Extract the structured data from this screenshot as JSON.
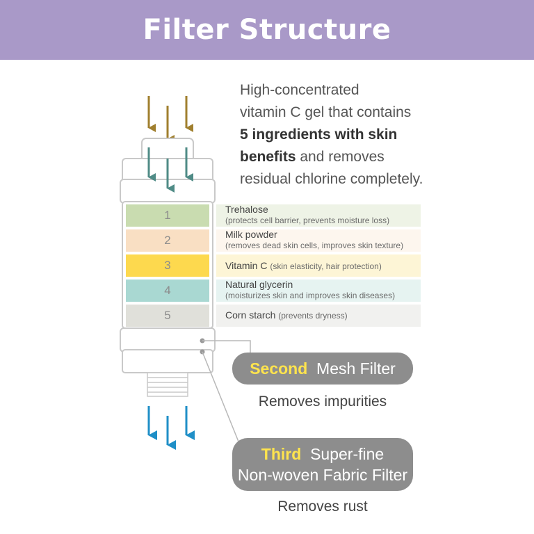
{
  "title": "Filter Structure",
  "description": {
    "line1": "High-concentrated",
    "line2": "vitamin C gel that contains",
    "line3_bold": "5 ingredients with skin",
    "line4_bold": "benefits",
    "line4_rest": " and removes",
    "line5": "residual chlorine completely."
  },
  "layers": [
    {
      "number": "1",
      "name": "Trehalose",
      "note": "(protects cell barrier, prevents moisture loss)",
      "color": "#c9dcb0",
      "bg": "#eef3e6"
    },
    {
      "number": "2",
      "name": "Milk powder",
      "note": "(removes dead skin cells, improves skin texture)",
      "color": "#f9dfc3",
      "bg": "#fdf6ee"
    },
    {
      "number": "3",
      "name": "Vitamin C",
      "note": "(skin elasticity, hair protection)",
      "color": "#fdd94e",
      "bg": "#fdf5d6"
    },
    {
      "number": "4",
      "name": "Natural glycerin",
      "note": "(moisturizes skin and improves skin diseases)",
      "color": "#a9d8d2",
      "bg": "#e6f3f1"
    },
    {
      "number": "5",
      "name": "Corn starch",
      "note": "(prevents dryness)",
      "color": "#e0e0da",
      "bg": "#f1f1ef"
    }
  ],
  "filters": {
    "second": {
      "highlight": "Second",
      "label": "Mesh Filter",
      "caption": "Removes impurities"
    },
    "third": {
      "highlight": "Third",
      "label": "Super-fine",
      "label2": "Non-woven  Fabric Filter",
      "caption": "Removes rust"
    }
  },
  "colors": {
    "banner": "#a999c8",
    "inflow_arrow": "#a07f2e",
    "inner_arrow": "#4f8b86",
    "outflow_arrow": "#1f8fc7",
    "pill": "#8d8d8d",
    "highlight": "#ffe44d"
  }
}
